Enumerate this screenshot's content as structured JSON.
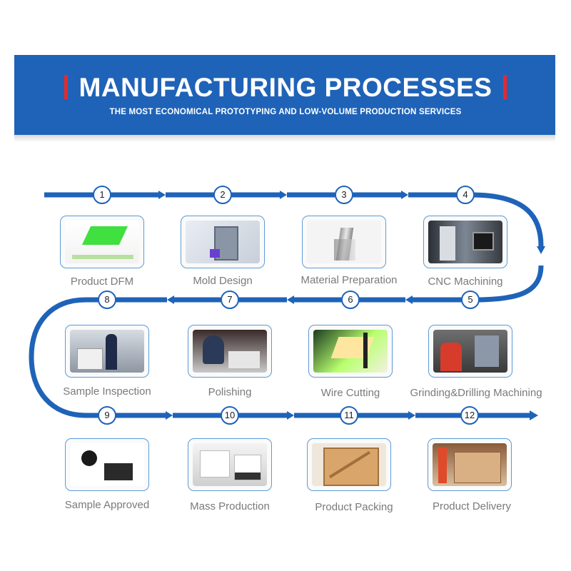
{
  "header": {
    "title": "MANUFACTURING PROCESSES",
    "subtitle": "THE MOST ECONOMICAL PROTOTYPING AND LOW-VOLUME PRODUCTION SERVICES"
  },
  "colors": {
    "banner": "#1f63b8",
    "accent": "#e42b2b",
    "flow_line": "#1f63b8",
    "card_border": "#5b9bd5"
  },
  "steps": [
    {
      "num": "1",
      "label": "Product DFM",
      "icon": "cad-drawing-icon"
    },
    {
      "num": "2",
      "label": "Mold Design",
      "icon": "mold-icon"
    },
    {
      "num": "3",
      "label": "Material Preparation",
      "icon": "metal-bar-icon"
    },
    {
      "num": "4",
      "label": "CNC Machining",
      "icon": "cnc-machine-icon"
    },
    {
      "num": "5",
      "label": "Grinding&Drilling Machining",
      "icon": "grinding-icon"
    },
    {
      "num": "6",
      "label": "Wire Cutting",
      "icon": "wire-cut-icon"
    },
    {
      "num": "7",
      "label": "Polishing",
      "icon": "polishing-icon"
    },
    {
      "num": "8",
      "label": "Sample Inspection",
      "icon": "inspection-icon"
    },
    {
      "num": "9",
      "label": "Sample Approved",
      "icon": "parts-icon"
    },
    {
      "num": "10",
      "label": "Mass Production",
      "icon": "products-icon"
    },
    {
      "num": "11",
      "label": "Product Packing",
      "icon": "crate-icon"
    },
    {
      "num": "12",
      "label": "Product Delivery",
      "icon": "forklift-icon"
    }
  ]
}
